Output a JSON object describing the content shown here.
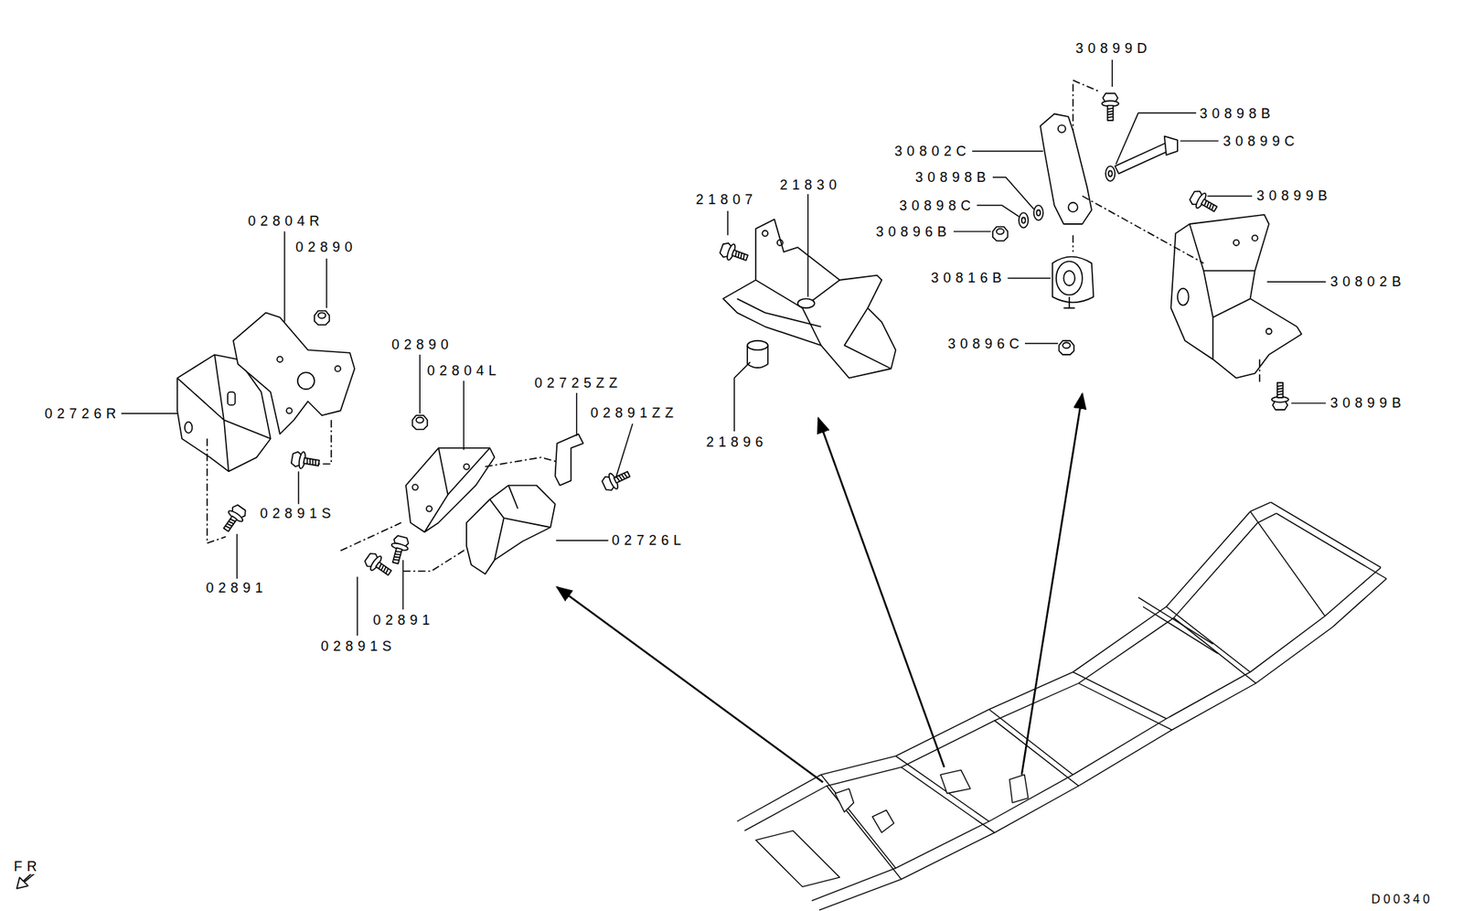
{
  "diagram": {
    "labels": [
      "30899D",
      "30898B",
      "30899C",
      "30802C",
      "30898B",
      "21807",
      "21830",
      "30899B",
      "30898C",
      "30896B",
      "02804R",
      "02890",
      "30816B",
      "30802B",
      "02890",
      "02804L",
      "02725ZZ",
      "02726R",
      "02891ZZ",
      "30896C",
      "30899B",
      "21896",
      "02891S",
      "02726L",
      "02891",
      "02891",
      "02891S",
      "FR",
      "D00340"
    ]
  }
}
